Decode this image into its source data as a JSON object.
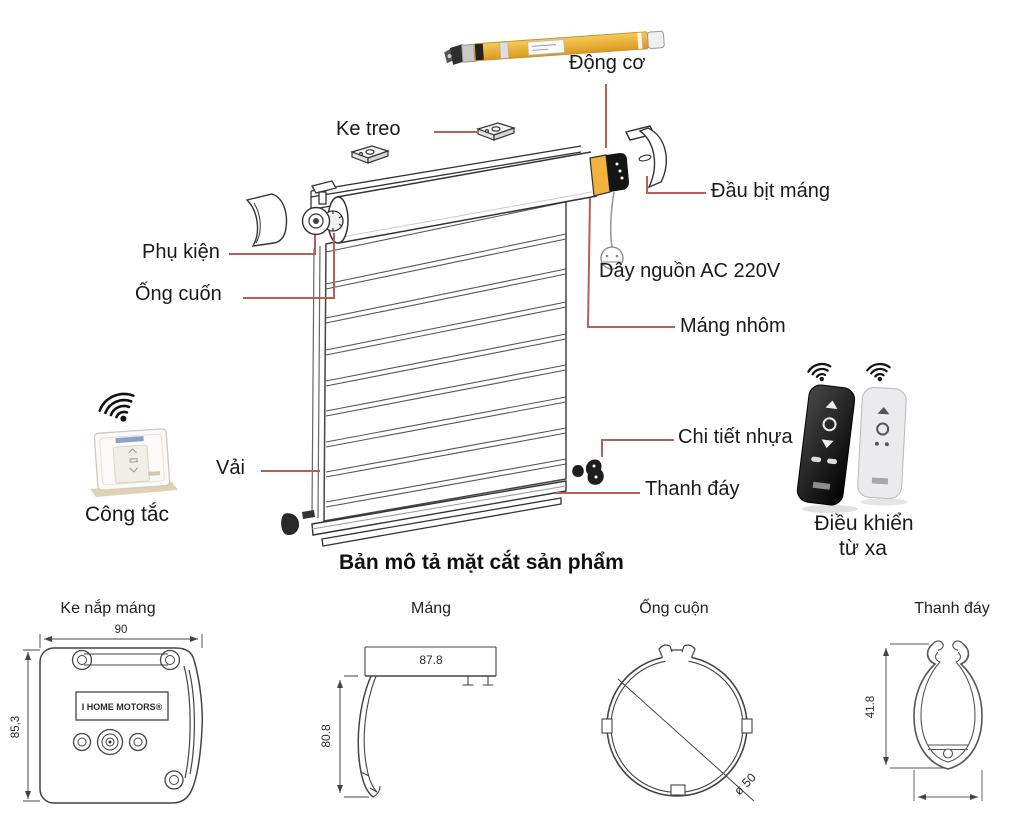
{
  "main_title": "Bản mô tả mặt cắt sản phẩm",
  "callouts": {
    "dong_co": "Động cơ",
    "ke_treo": "Ke treo",
    "phu_kien": "Phụ kiện",
    "ong_cuon": "Ống cuốn",
    "dau_bit_mang": "Đầu bịt máng",
    "day_nguon": "Dây nguồn AC 220V",
    "mang_nhom": "Máng nhôm",
    "chi_tiet_nhua": "Chi tiết nhựa",
    "thanh_day": "Thanh đáy",
    "vai": "Vải"
  },
  "devices": {
    "cong_tac": "Công tắc",
    "dieu_khien_line1": "Điều khiển",
    "dieu_khien_line2": "từ xa"
  },
  "cross_sections": {
    "ke_nap_mang": {
      "title": "Ke nắp máng",
      "width": "90",
      "height": "85,3",
      "logo": "I HOME MOTORS®"
    },
    "mang": {
      "title": "Máng",
      "width": "87.8",
      "height": "80.8"
    },
    "ong_cuon": {
      "title": "Ống cuộn",
      "diameter": "ø 50"
    },
    "thanh_day": {
      "title": "Thanh đáy",
      "height": "41.8"
    }
  },
  "colors": {
    "leader_line": "#b55f57",
    "motor_yellow": "#edb33c",
    "ink": "#3a3a3a"
  }
}
